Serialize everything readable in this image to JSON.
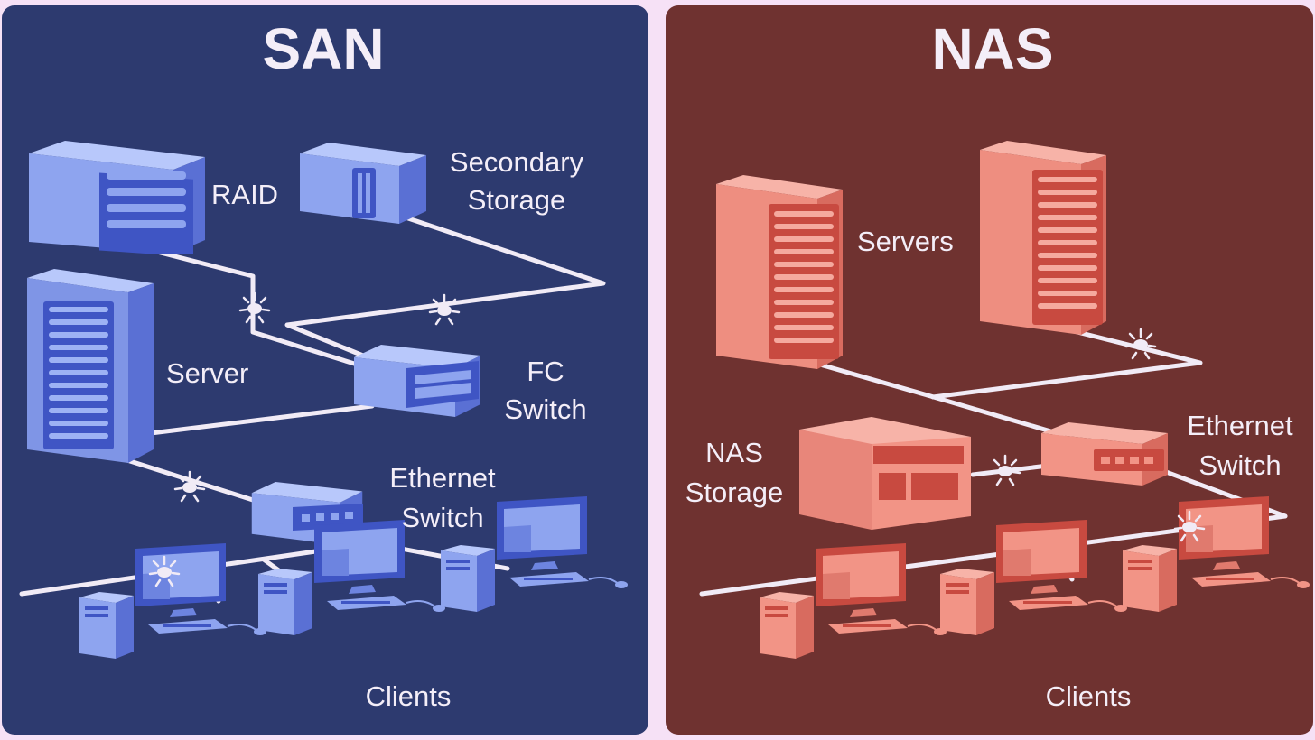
{
  "san": {
    "title": "SAN",
    "labels": {
      "raid": "RAID",
      "secondary_storage_1": "Secondary",
      "secondary_storage_2": "Storage",
      "server": "Server",
      "fc_switch_1": "FC",
      "fc_switch_2": "Switch",
      "ethernet_switch_1": "Ethernet",
      "ethernet_switch_2": "Switch",
      "clients": "Clients"
    },
    "colors": {
      "panel": "#2d3a6f",
      "device_light": "#8ea4ef",
      "device_dark": "#3f55c4"
    }
  },
  "nas": {
    "title": "NAS",
    "labels": {
      "servers": "Servers",
      "nas_storage_1": "NAS",
      "nas_storage_2": "Storage",
      "ethernet_switch_1": "Ethernet",
      "ethernet_switch_2": "Switch",
      "clients": "Clients"
    },
    "colors": {
      "panel": "#6f3230",
      "device_light": "#f29486",
      "device_dark": "#c84a40"
    }
  },
  "icons": [
    "raid-icon",
    "storage-box-icon",
    "server-tower-icon",
    "network-switch-icon",
    "desktop-computer-icon",
    "connection-spark-icon"
  ]
}
